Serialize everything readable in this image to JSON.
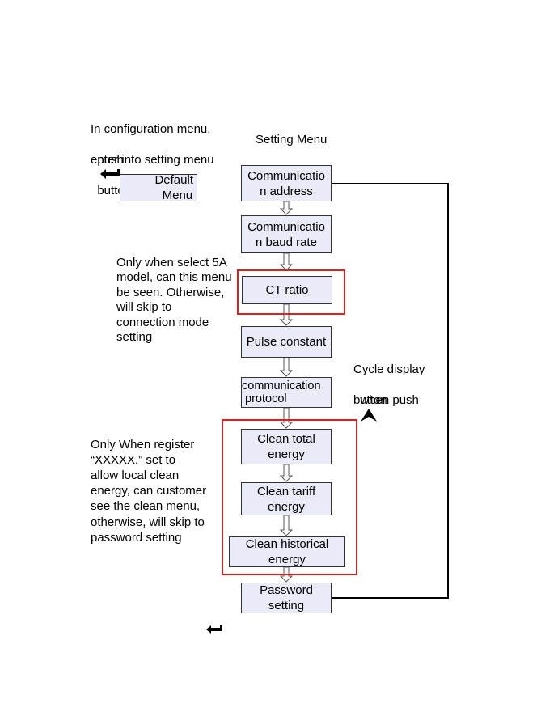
{
  "notes": {
    "config_line1": "In configuration menu,",
    "config_line2_a": "push",
    "config_line2_b": "button (>3s) to",
    "config_line3": "enter into setting menu",
    "setting_menu_title": "Setting Menu",
    "ct_note": "Only when select 5A\nmodel, can this menu\nbe seen. Otherwise,\nwill skip to\nconnection mode\nsetting",
    "cycle_line1": "Cycle display",
    "cycle_line2": "when push",
    "cycle_line3": "button",
    "clean_note_line1": "Only When register",
    "clean_note_line2": "“XXXXX.” set to",
    "clean_note_rest": "allow local clean\nenergy, can customer\nsee the clean menu,\notherwise, will skip to\npassword setting"
  },
  "default_menu": "Default\n  Menu",
  "menu_items": [
    "Communicatio\nn address",
    "Communicatio\nn baud rate",
    "CT ratio",
    "Pulse constant",
    "communication\n protocol",
    "Clean total\nenergy",
    "Clean tariff\nenergy",
    "Clean historical\nenergy",
    "Password\nsetting"
  ],
  "icons": {
    "enter_key": "return-arrow-icon",
    "up_key": "up-arrow-icon"
  },
  "colors": {
    "box_fill": "#e9ecf8",
    "highlight": "#e02020"
  }
}
